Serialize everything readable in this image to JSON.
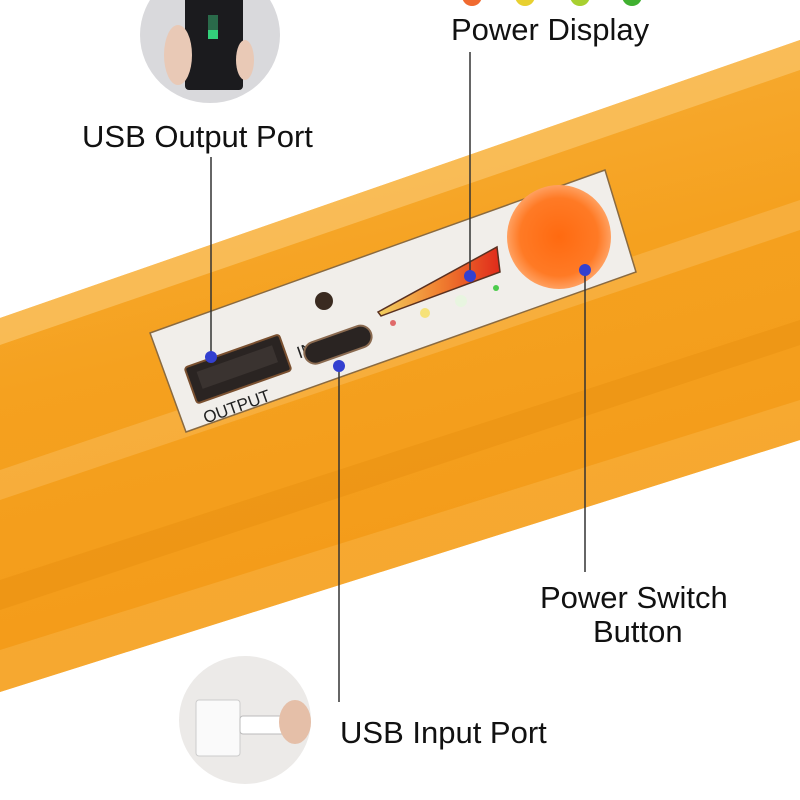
{
  "callouts": {
    "power_display": "Power Display",
    "usb_output_port": "USB Output Port",
    "power_switch_button_line1": "Power Switch",
    "power_switch_button_line2": "Button",
    "usb_input_port": "USB Input Port"
  },
  "panel": {
    "output_label": "OUTPUT",
    "input_label": "INPUT"
  },
  "colors": {
    "body_orange": "#f6a623",
    "button_orange": "#ff6a1a",
    "callout_dot": "#3340d0",
    "panel_white": "#f1eeea"
  },
  "indicator_leds": [
    "#e06a6a",
    "#f6e27a",
    "#e8f5e0",
    "#4ccb4c"
  ]
}
